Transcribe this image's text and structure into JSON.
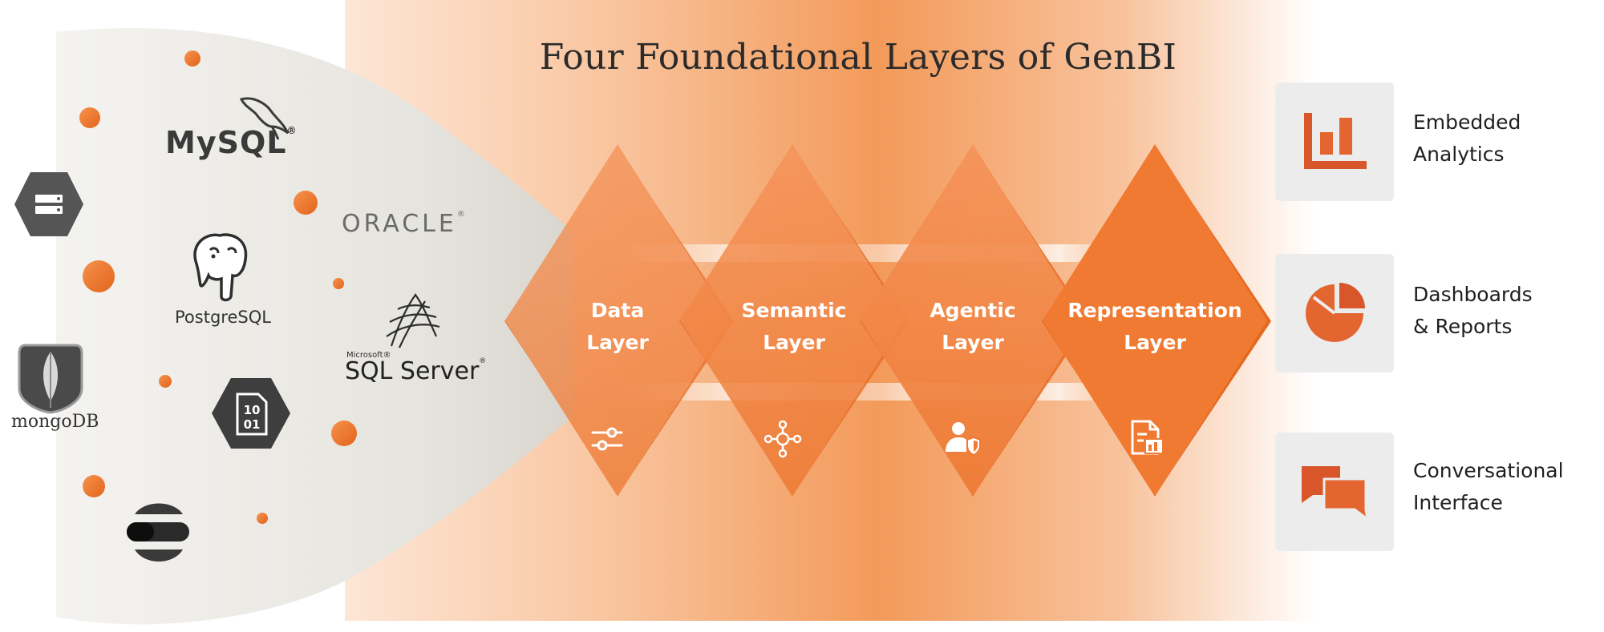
{
  "title": "Four Foundational Layers of GenBI",
  "colors": {
    "accent": "#f07a32",
    "accent_dark": "#e46a22",
    "source_gray": "#ecebe6",
    "db_icon_gray": "#4a4a4a"
  },
  "sources": {
    "mysql": "MySQL",
    "mysql_mark": "®",
    "oracle": "ORACLE",
    "oracle_mark": "®",
    "postgresql": "PostgreSQL",
    "sqlserver_brand": "Microsoft®",
    "sqlserver": "SQL Server",
    "sqlserver_mark": "®",
    "mongodb": "mongoDB",
    "binary_file_top": "10",
    "binary_file_bottom": "01",
    "icons": [
      "cloud-database-icon",
      "postgresql-elephant-icon",
      "mysql-dolphin-icon",
      "sql-server-icon",
      "mongodb-leaf-icon",
      "binary-file-icon",
      "elasticsearch-icon"
    ]
  },
  "layers": [
    {
      "line1": "Data",
      "line2": "Layer",
      "icon": "sliders-icon"
    },
    {
      "line1": "Semantic",
      "line2": "Layer",
      "icon": "network-nodes-icon"
    },
    {
      "line1": "Agentic",
      "line2": "Layer",
      "icon": "user-shield-icon"
    },
    {
      "line1": "Representation",
      "line2": "Layer",
      "icon": "document-report-icon"
    }
  ],
  "outputs": [
    {
      "line1": "Embedded",
      "line2": "Analytics",
      "icon": "bar-chart-icon"
    },
    {
      "line1": "Dashboards",
      "line2": "& Reports",
      "icon": "pie-chart-icon"
    },
    {
      "line1": "Conversational",
      "line2": "Interface",
      "icon": "chat-bubbles-icon"
    }
  ]
}
